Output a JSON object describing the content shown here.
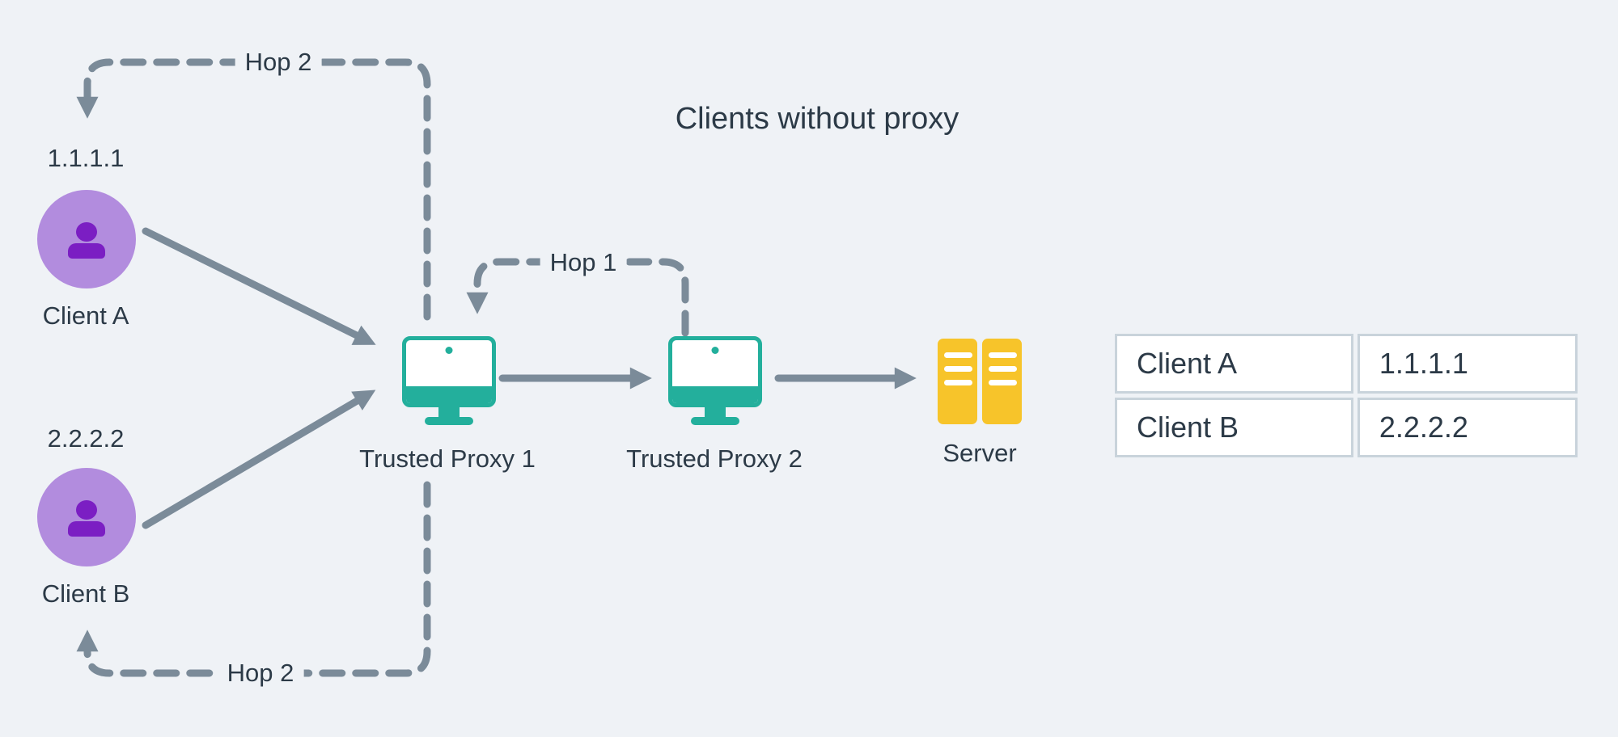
{
  "title": "Clients without proxy",
  "colors": {
    "bg": "#EFF2F6",
    "text": "#2C3A47",
    "arrow": "#7B8B99",
    "client-fill": "#B28CDE",
    "client-icon": "#7B1EC3",
    "proxy": "#23AF9C",
    "server": "#F7C42A",
    "table-border": "#C9D3DB",
    "cell-bg": "#FFFFFF"
  },
  "nodes": {
    "client_a": {
      "name": "Client A",
      "ip": "1.1.1.1"
    },
    "client_b": {
      "name": "Client B",
      "ip": "2.2.2.2"
    },
    "proxy1": {
      "label": "Trusted Proxy 1"
    },
    "proxy2": {
      "label": "Trusted Proxy 2"
    },
    "server": {
      "label": "Server"
    }
  },
  "edges": {
    "hop1": "Hop 1",
    "hop2_top": "Hop 2",
    "hop2_bottom": "Hop 2"
  },
  "table": {
    "rows": [
      {
        "client": "Client A",
        "ip": "1.1.1.1"
      },
      {
        "client": "Client B",
        "ip": "2.2.2.2"
      }
    ]
  }
}
